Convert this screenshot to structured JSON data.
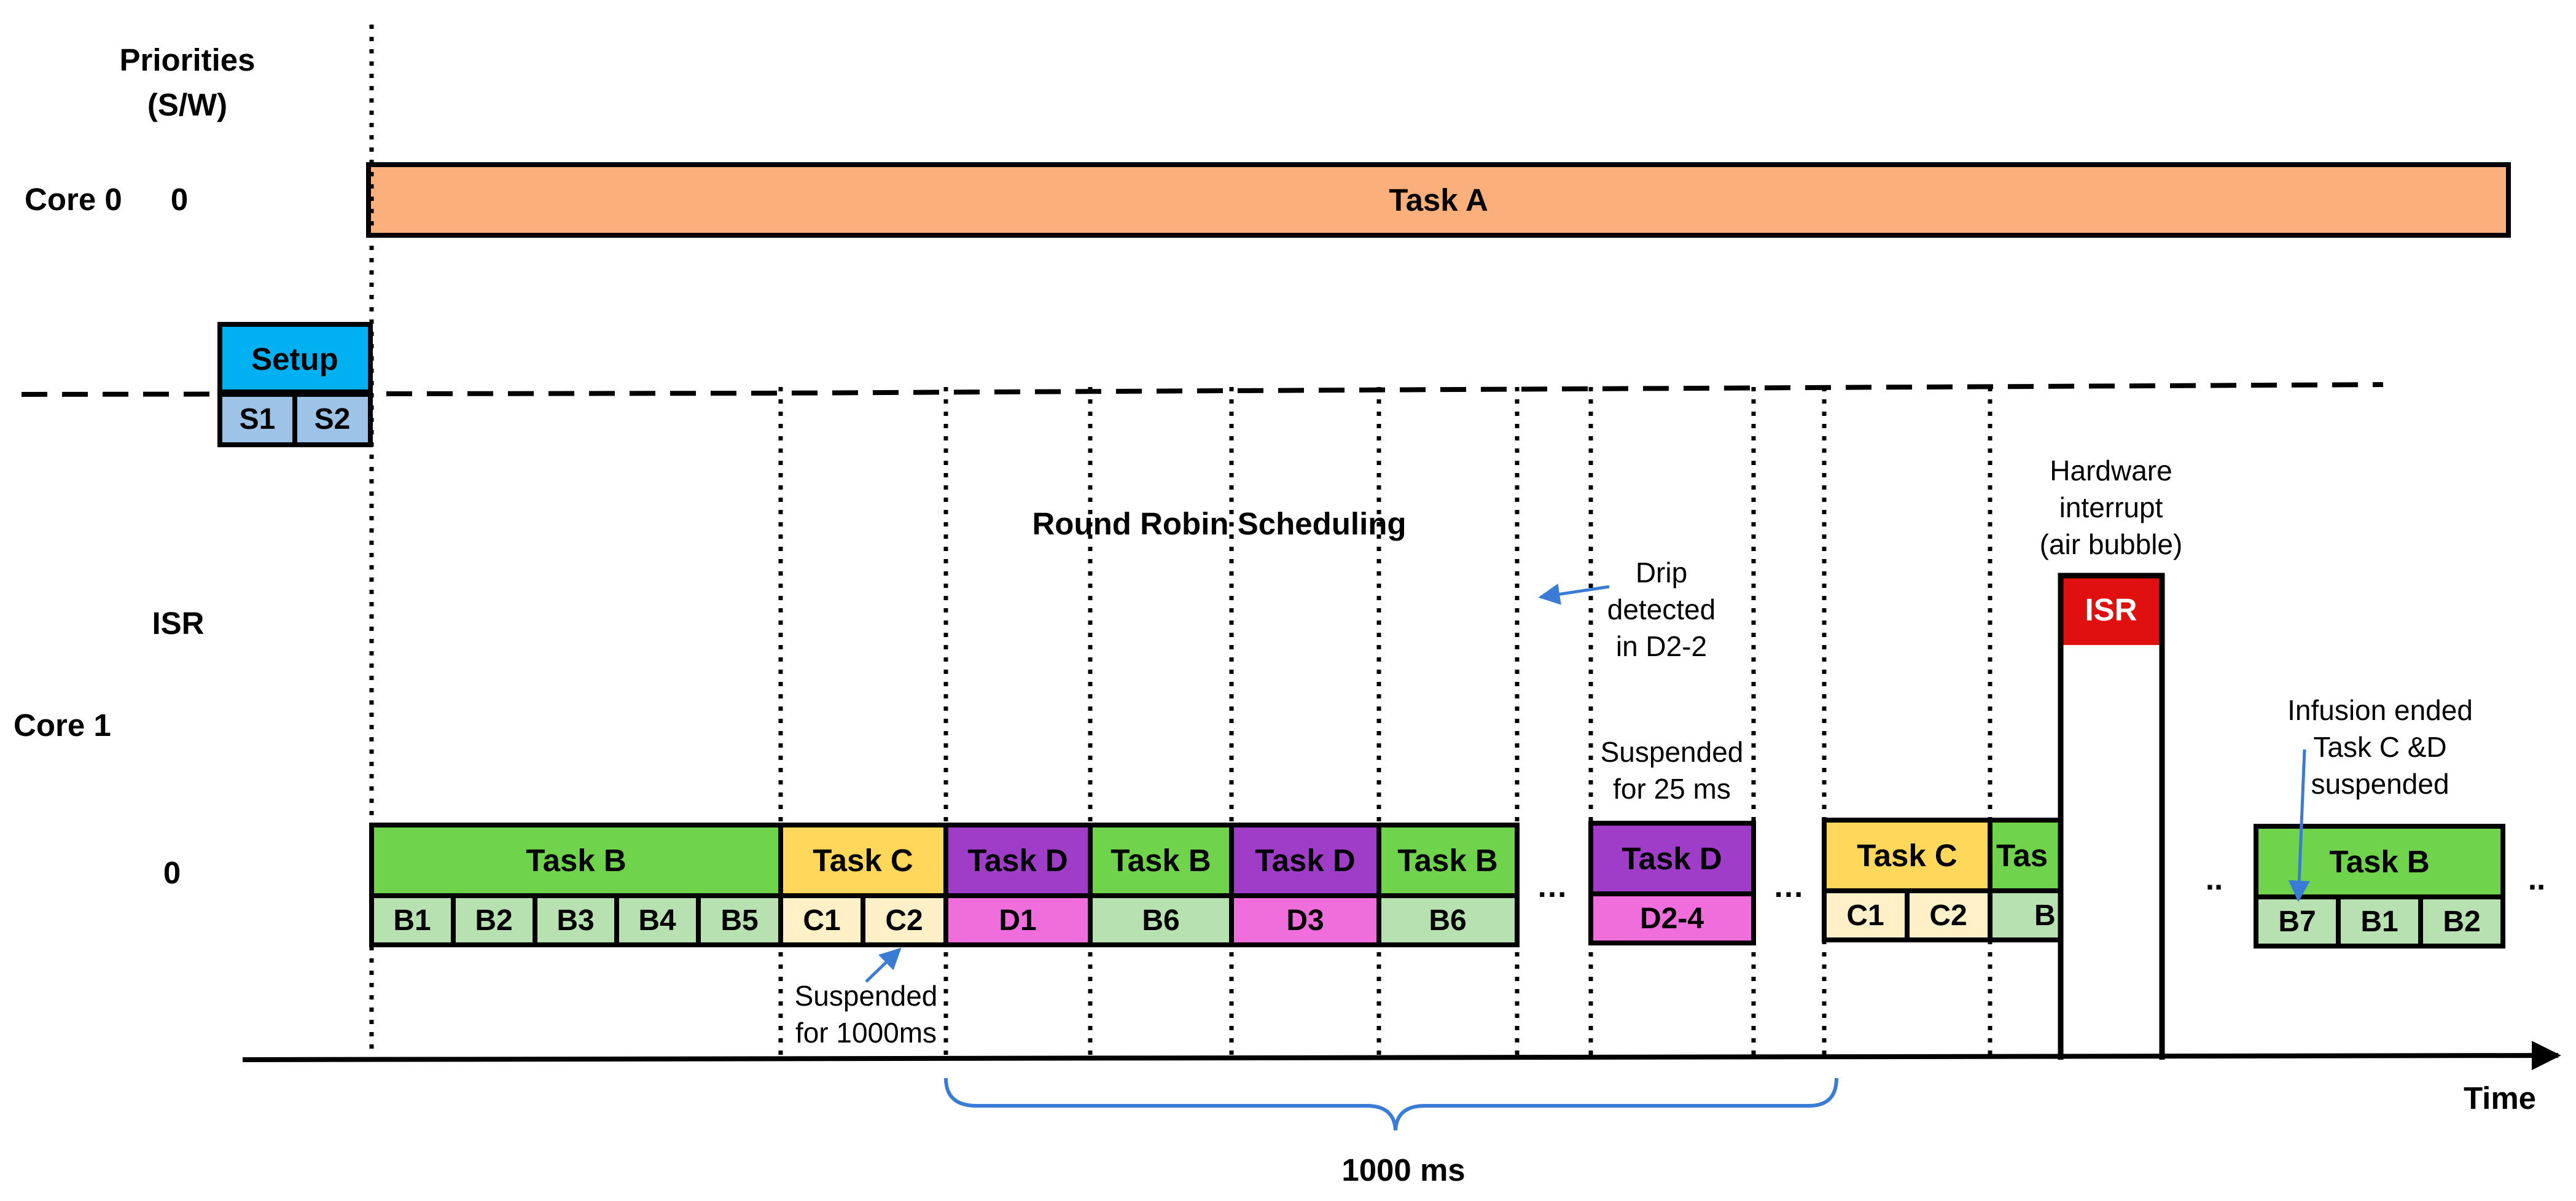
{
  "labels": {
    "priorities": [
      "Priorities",
      "(S/W)"
    ],
    "core0": "Core 0",
    "core0_priority": "0",
    "isr": "ISR",
    "core1": "Core 1",
    "core1_priority": "0",
    "round_robin": "Round Robin Scheduling",
    "duration": "1000 ms",
    "time": "Time"
  },
  "task_a": "Task A",
  "setup": {
    "title": "Setup",
    "subs": [
      "S1",
      "S2"
    ]
  },
  "ellipsis": {
    "a": "…",
    "b": "…",
    "c": "..",
    "d": ".."
  },
  "blocks": [
    {
      "id": "task-b-1",
      "title": "Task B",
      "subs": [
        "B1",
        "B2",
        "B3",
        "B4",
        "B5"
      ]
    },
    {
      "id": "task-c-1",
      "title": "Task C",
      "subs": [
        "C1",
        "C2"
      ]
    },
    {
      "id": "task-d-1",
      "title": "Task D",
      "subs": [
        "D1"
      ]
    },
    {
      "id": "task-b-2",
      "title": "Task B",
      "subs": [
        "B6"
      ]
    },
    {
      "id": "task-d-2",
      "title": "Task D",
      "subs": [
        "D3"
      ]
    },
    {
      "id": "task-b-3",
      "title": "Task B",
      "subs": [
        "B6"
      ]
    },
    {
      "id": "task-d-3",
      "title": "Task D",
      "subs": [
        "D2-4"
      ]
    },
    {
      "id": "task-c-2",
      "title": "Task C",
      "subs": [
        "C1",
        "C2"
      ]
    },
    {
      "id": "task-b-4",
      "title": "Tas",
      "subs": [
        "B"
      ]
    },
    {
      "id": "task-b-5",
      "title": "Task B",
      "subs": [
        "B7",
        "B1",
        "B2"
      ]
    }
  ],
  "isr_block": "ISR",
  "annotations": {
    "drip": [
      "Drip",
      "detected",
      "in D2-2"
    ],
    "suspended_25": [
      "Suspended",
      "for 25 ms"
    ],
    "suspended_1000": [
      "Suspended",
      "for 1000ms"
    ],
    "hardware": [
      "Hardware",
      "interrupt",
      "(air bubble)"
    ],
    "infusion": [
      "Infusion ended",
      "Task C &D",
      "suspended"
    ]
  },
  "colors": {
    "task_a": "#FBB07C",
    "setup": "#00B0F0",
    "setup_sub": "#9DC3E6",
    "task_b": "#6FD34B",
    "task_b_sub": "#B7E1B0",
    "task_c": "#FFD75A",
    "task_c_sub": "#FFF0C8",
    "task_d": "#9F3DC9",
    "task_d_sub": "#F06EDC",
    "isr": "#E01010",
    "arrow": "#3A7BD5"
  }
}
